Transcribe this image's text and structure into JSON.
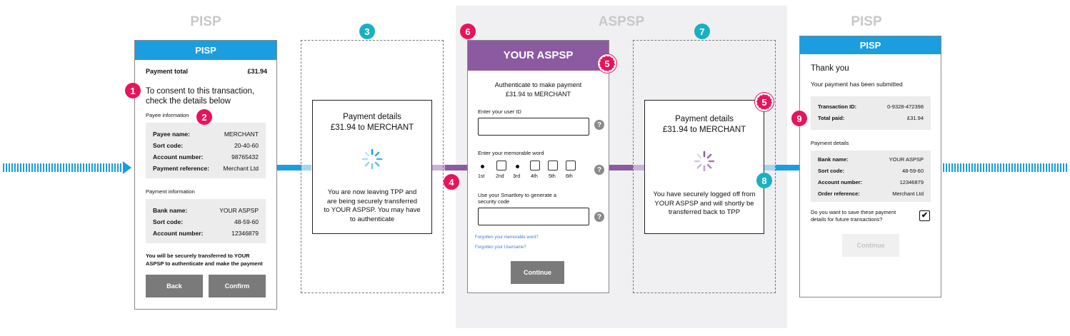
{
  "stages": {
    "left": "PISP",
    "middle": "ASPSP",
    "right": "PISP"
  },
  "badges": {
    "b1": "1",
    "b2": "2",
    "b3": "3",
    "b4": "4",
    "b5a": "5",
    "b5b": "5",
    "b6": "6",
    "b7": "7",
    "b8": "8",
    "b9": "9"
  },
  "colors": {
    "blue": "#1a9ee0",
    "purple": "#8c5aa1",
    "pink": "#e6155a",
    "teal": "#1ab0c2"
  },
  "screen1": {
    "header": "PISP",
    "payment_total_label": "Payment total",
    "payment_total_value": "£31.94",
    "consent_line1": "To consent to this transaction,",
    "consent_line2": "check the details below",
    "payee_section": "Payee information",
    "payee_rows": [
      {
        "label": "Payee name:",
        "value": "MERCHANT"
      },
      {
        "label": "Sort code:",
        "value": "20-40-60"
      },
      {
        "label": "Account number:",
        "value": "98765432"
      },
      {
        "label": "Payment reference:",
        "value": "Merchant Ltd"
      }
    ],
    "payment_section": "Payment information",
    "payment_rows": [
      {
        "label": "Bank name:",
        "value": "YOUR ASPSP"
      },
      {
        "label": "Sort code:",
        "value": "48-59-60"
      },
      {
        "label": "Account number:",
        "value": "12346879"
      }
    ],
    "transfer_line1": "You will be securely transferred to YOUR",
    "transfer_line2": "ASPSP to authenticate and make the payment",
    "back_button": "Back",
    "confirm_button": "Confirm"
  },
  "screen3": {
    "title_line1": "Payment details",
    "title_line2": "£31.94 to MERCHANT",
    "msg_line1": "You are now leaving TPP and",
    "msg_line2": "are being securely transferred",
    "msg_line3": "to YOUR ASPSP. You may have",
    "msg_line4": "to authenticate"
  },
  "screen6": {
    "header": "YOUR ASPSP",
    "auth_line1": "Authenticate to make payment",
    "auth_line2": "£31.94 to MERCHANT",
    "user_id_label": "Enter your user ID",
    "memorable_label": "Enter your memorable word",
    "positions": [
      "1st",
      "2nd",
      "3rd",
      "4th",
      "5th",
      "6th"
    ],
    "smartkey_line1": "Use your Smartkey to generate a",
    "smartkey_line2": "security code",
    "forgot_word": "Forgotten your memorable word?",
    "forgot_user": "Forgotten your Username?",
    "continue_button": "Continue",
    "help_glyph": "?"
  },
  "screen7": {
    "title_line1": "Payment details",
    "title_line2": "£31.94 to MERCHANT",
    "msg_line1": "You have securely logged off from",
    "msg_line2": "YOUR ASPSP and will shortly be",
    "msg_line3": "transferred back to TPP"
  },
  "screen9": {
    "header": "PISP",
    "thank_you": "Thank you",
    "submitted": "Your payment has been submitted",
    "summary_rows": [
      {
        "label": "Transaction ID:",
        "value": "0-9328-472398"
      },
      {
        "label": "Total paid:",
        "value": "£31.94"
      }
    ],
    "details_section": "Payment details",
    "details_rows": [
      {
        "label": "Bank name:",
        "value": "YOUR ASPSP"
      },
      {
        "label": "Sort code:",
        "value": "48-59-60"
      },
      {
        "label": "Account number:",
        "value": "12346879"
      },
      {
        "label": "Order reference:",
        "value": "Merchant Ltd"
      }
    ],
    "save_line1": "Do you want to save these payment",
    "save_line2": "details for future transactions?",
    "checkbox_glyph": "✔",
    "continue_button": "Continue"
  }
}
